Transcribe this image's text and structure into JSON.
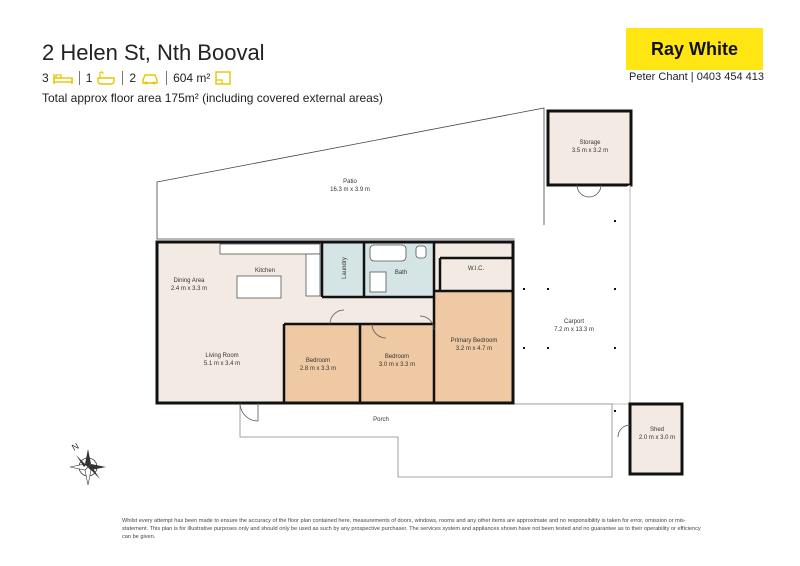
{
  "header": {
    "title": "2 Helen St, Nth Booval",
    "beds": "3",
    "baths": "1",
    "cars": "2",
    "land": "604 m²",
    "floor_area_note": "Total approx floor area 175m² (including covered external areas)"
  },
  "brand": {
    "logo_text": "Ray White",
    "accent": "#ffe512"
  },
  "agent": {
    "line": "Peter Chant | 0403 454 413"
  },
  "rooms": {
    "patio": {
      "name": "Patio",
      "size": "16.3 m x 3.9 m"
    },
    "storage": {
      "name": "Storage",
      "size": "3.5 m x 3.2 m"
    },
    "kitchen": {
      "name": "Kitchen"
    },
    "laundry": {
      "name": "Laundry"
    },
    "bath": {
      "name": "Bath"
    },
    "wic": {
      "name": "W.I.C."
    },
    "dining": {
      "name": "Dining Area",
      "size": "2.4 m x 3.3 m"
    },
    "living": {
      "name": "Living Room",
      "size": "5.1 m x 3.4 m"
    },
    "bedroom1": {
      "name": "Bedroom",
      "size": "2.8 m x 3.3 m"
    },
    "bedroom2": {
      "name": "Bedroom",
      "size": "3.0 m x 3.3 m"
    },
    "primary": {
      "name": "Primary Bedroom",
      "size": "3.2 m x 4.7 m"
    },
    "carport": {
      "name": "Carport",
      "size": "7.2 m x 13.3 m"
    },
    "porch": {
      "name": "Porch"
    },
    "shed": {
      "name": "Shed",
      "size": "2.0 m x 3.0 m"
    }
  },
  "compass": {
    "label": "N"
  },
  "disclaimer": "Whilst every attempt has been made to ensure the accuracy of the floor plan contained here, measurements of doors, windows, rooms and any other items are approximate and no responsibility is taken for error, omission or mis-statement. This plan is for illustrative purposes only and should only be used as such by any prospective purchaser. The services system and appliances shown have not been tested and no guarantee as to their operability or efficiency can be given.",
  "colors": {
    "room_fill": "#f3ebe3",
    "bedroom_fill": "#efc9a3",
    "wet_fill": "#d5e4e4",
    "wall": "#111111"
  }
}
